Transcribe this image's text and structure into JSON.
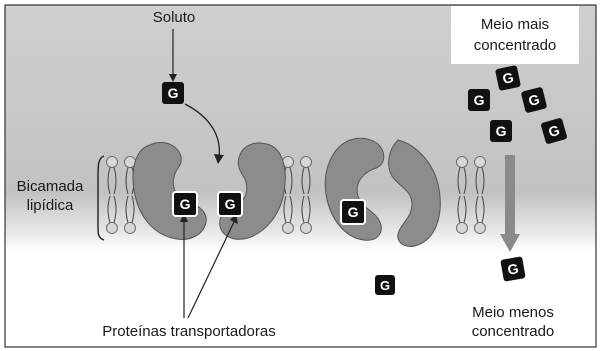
{
  "labels": {
    "solute": "Soluto",
    "high_top": "Meio mais",
    "high_bottom": "concentrado",
    "bilayer_top": "Bicamada",
    "bilayer_bottom": "lipídica",
    "proteins": "Proteínas transportadoras",
    "low_top": "Meio menos",
    "low_bottom": "concentrado"
  },
  "solute_symbol": "G",
  "colors": {
    "extracellular": "#c6c6c6",
    "cytoplasm": "#ffffff",
    "protein": "#8c8c8c",
    "protein_edge": "#555555",
    "lipid_head": "#d6d6d6",
    "marker": "#111111",
    "gradient_arrow": "#8a8a8a",
    "frame": "#333333"
  }
}
